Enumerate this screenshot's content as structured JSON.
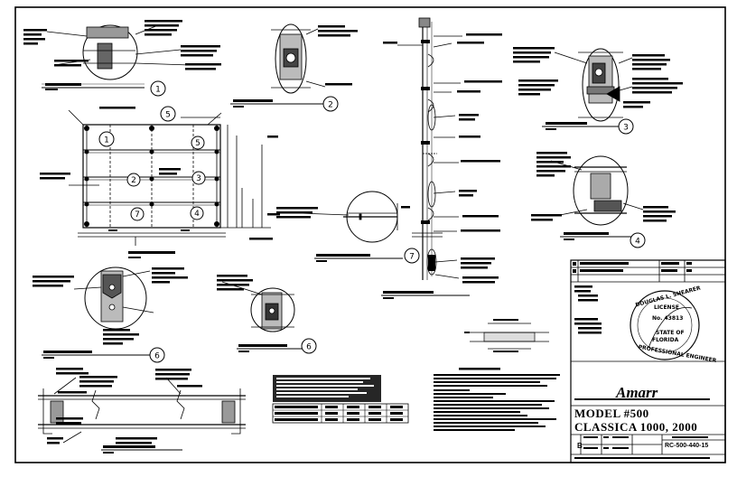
{
  "title_block": {
    "model": "MODEL #500",
    "product": "CLASSICA 1000, 2000",
    "brand": "Amarr",
    "drawing_number": "RC-500-440-15",
    "revision": "B"
  },
  "callouts": [
    "1",
    "2",
    "3",
    "4",
    "5",
    "6",
    "7",
    "1",
    "2",
    "3",
    "4",
    "5",
    "6",
    "7"
  ],
  "seal": {
    "line1": "DOUGLAS L. SHEARER",
    "line2": "LICENSE",
    "line3": "No. 43813",
    "line4": "STATE OF",
    "line5": "FLORIDA",
    "line6": "PROFESSIONAL ENGINEER"
  },
  "title_block_icons": [
    "seal-icon",
    "logo-icon"
  ]
}
